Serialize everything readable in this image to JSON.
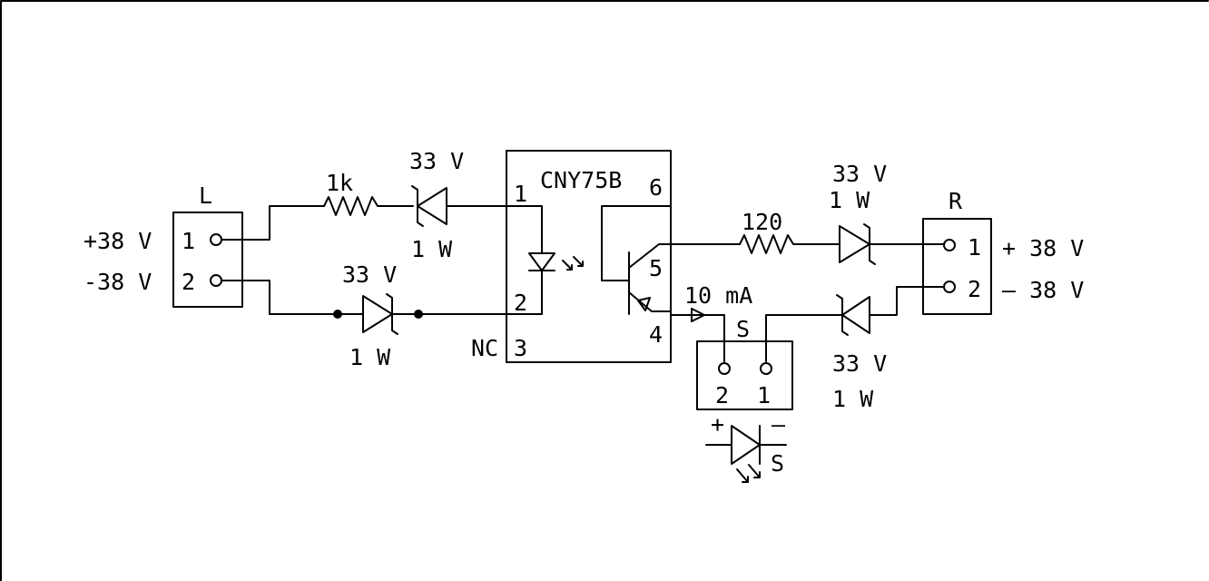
{
  "conn_l": {
    "name": "L",
    "pin1": "1",
    "pin2": "2",
    "v_pos": "+38 V",
    "v_neg": "-38 V"
  },
  "r1k": {
    "value": "1k"
  },
  "z_top_left": {
    "voltage": "33 V",
    "power": "1 W"
  },
  "z_bot_left": {
    "voltage": "33 V",
    "power": "1 W"
  },
  "ic": {
    "part": "CNY75B",
    "pin1": "1",
    "pin2": "2",
    "pin3": "3",
    "pin4": "4",
    "pin5": "5",
    "pin6": "6",
    "nc": "NC"
  },
  "r120": {
    "value": "120"
  },
  "z_top_right": {
    "voltage": "33 V",
    "power": "1 W"
  },
  "z_bot_right": {
    "voltage": "33 V",
    "power": "1 W"
  },
  "conn_r": {
    "name": "R",
    "pin1": "1",
    "pin2": "2",
    "v_pos": "+ 38 V",
    "v_neg": "– 38 V"
  },
  "current": "10 mA",
  "conn_s": {
    "name": "S",
    "pin2": "2",
    "pin1": "1"
  },
  "led_s": {
    "plus": "+",
    "minus": "–",
    "name": "S"
  }
}
